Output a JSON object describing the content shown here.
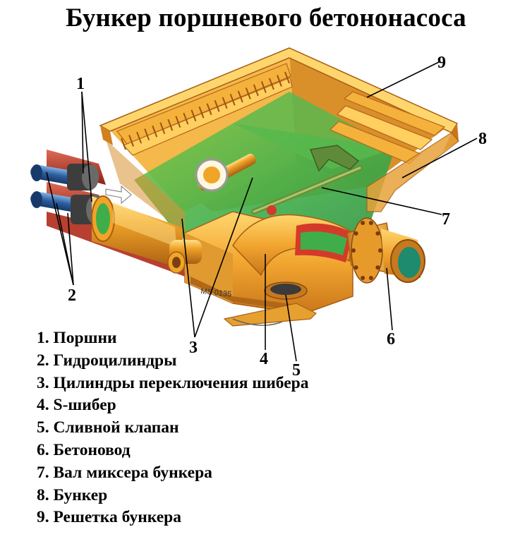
{
  "title": "Бункер поршневого бетононасоса",
  "figure": {
    "stamp": "MS 0135"
  },
  "callouts": {
    "c1": "1",
    "c2": "2",
    "c3": "3",
    "c4": "4",
    "c5": "5",
    "c6": "6",
    "c7": "7",
    "c8": "8",
    "c9": "9"
  },
  "legend": [
    "1. Поршни",
    "2. Гидроцилиндры",
    "3. Цилиндры переключения шибера",
    "4. S-шибер",
    "5. Сливной клапан",
    "6. Бетоновод",
    "7. Вал миксера бункера",
    "8. Бункер",
    "9. Решетка бункера"
  ],
  "colors": {
    "hopper_orange": "#f0a428",
    "hopper_light": "#ffd36a",
    "concrete_green": "#3fae4a",
    "cylinder_red": "#c03a2a",
    "hydraulic_blue": "#2c5d9e",
    "pipe_teal": "#1e8a6e",
    "arrow_white": "#ffffff"
  }
}
